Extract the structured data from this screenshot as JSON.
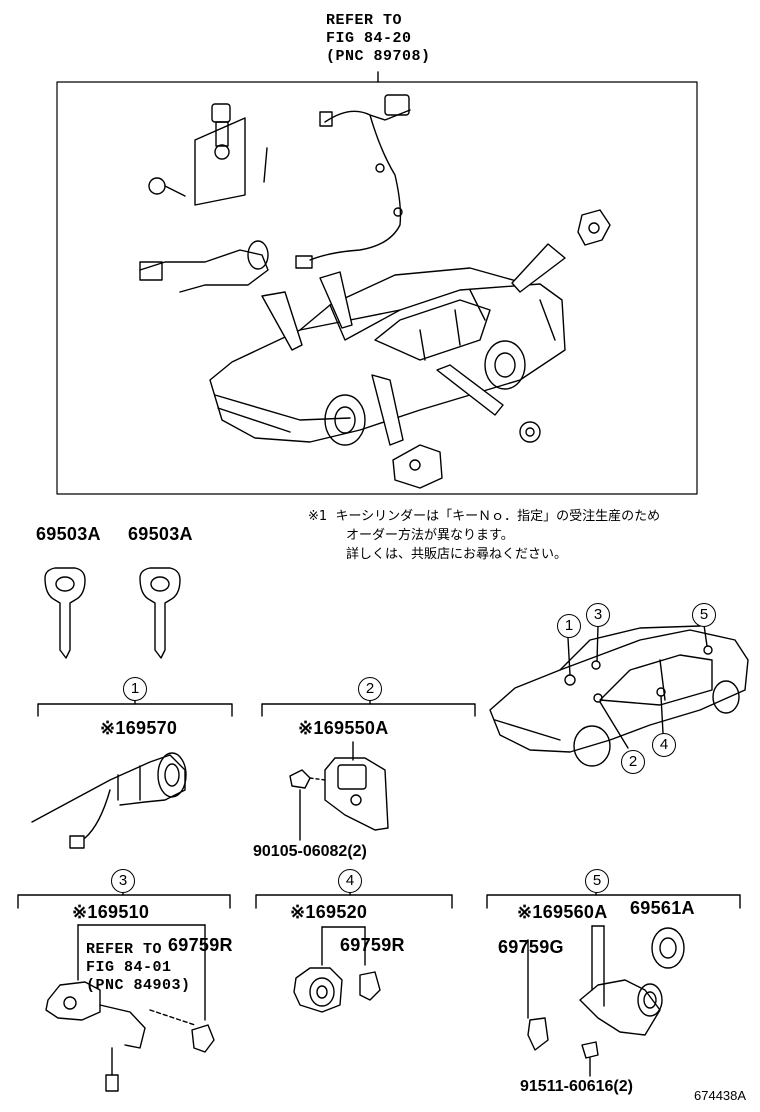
{
  "refer_top": {
    "line1": "REFER TO",
    "line2": "FIG 84-20",
    "line3": "(PNC 89708)"
  },
  "note": {
    "mark": "※1",
    "line1": "キーシリンダーは「キーＮｏ．指定」の受注生産のため",
    "line2": "オーダー方法が異なります。",
    "line3": "詳しくは、共販店にお尋ねください。"
  },
  "keys": {
    "key1": "69503A",
    "key2": "69503A"
  },
  "car_callouts": [
    "1",
    "2",
    "3",
    "4",
    "5"
  ],
  "groups": {
    "g1": {
      "num": "1",
      "part": "※169570"
    },
    "g2": {
      "num": "2",
      "part": "※169550A",
      "bolt": "90105-06082(2)"
    },
    "g3": {
      "num": "3",
      "part": "※169510",
      "sub": "69759R",
      "refer1": "REFER TO",
      "refer2": "FIG 84-01",
      "refer3": "(PNC 84903)"
    },
    "g4": {
      "num": "4",
      "part": "※169520",
      "sub": "69759R"
    },
    "g5": {
      "num": "5",
      "part": "※169560A",
      "part2": "69561A",
      "sub": "69759G",
      "screw": "91511-60616(2)"
    }
  },
  "drawing_code": "674438A"
}
